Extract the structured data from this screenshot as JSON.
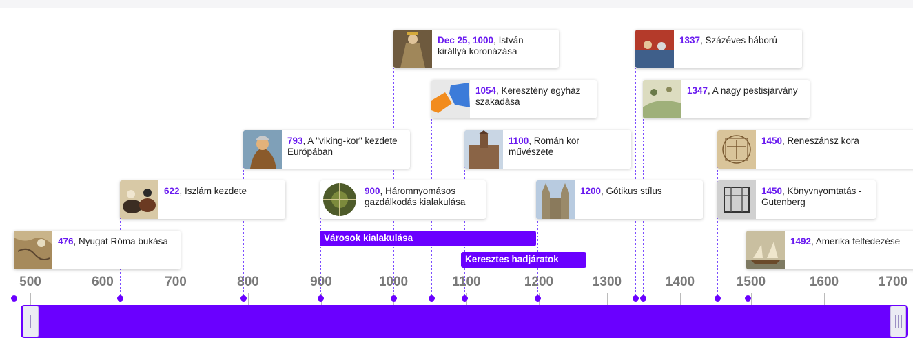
{
  "axis": {
    "ticks": [
      {
        "label": "500",
        "year": 500
      },
      {
        "label": "600",
        "year": 600
      },
      {
        "label": "700",
        "year": 700
      },
      {
        "label": "800",
        "year": 800
      },
      {
        "label": "900",
        "year": 900
      },
      {
        "label": "1000",
        "year": 1000
      },
      {
        "label": "1100",
        "year": 1100
      },
      {
        "label": "1200",
        "year": 1200
      },
      {
        "label": "1300",
        "year": 1300
      },
      {
        "label": "1400",
        "year": 1400
      },
      {
        "label": "1500",
        "year": 1500
      },
      {
        "label": "1600",
        "year": 1600
      },
      {
        "label": "1700",
        "year": 1700
      }
    ]
  },
  "events": [
    {
      "id": "rome",
      "date": "476",
      "title": ", Nyugat Róma bukása",
      "year": 476,
      "thumb": "map"
    },
    {
      "id": "islam",
      "date": "622",
      "title": ", Iszlám kezdete",
      "year": 622,
      "thumb": "riders"
    },
    {
      "id": "viking",
      "date": "793",
      "title": ", A \"viking-kor\" kezdete Európában",
      "year": 793,
      "thumb": "viking"
    },
    {
      "id": "threefield",
      "date": "900",
      "title": ", Háromnyomásos gazdálkodás kialakulása",
      "year": 900,
      "thumb": "wheel"
    },
    {
      "id": "istvan",
      "date": "Dec 25, 1000",
      "title": ", István királlyá koronázása",
      "year": 1000,
      "thumb": "king"
    },
    {
      "id": "schism",
      "date": "1054",
      "title": ", Keresztény egyház szakadása",
      "year": 1054,
      "thumb": "europe"
    },
    {
      "id": "roman",
      "date": "1100",
      "title": ", Román kor művészete",
      "year": 1100,
      "thumb": "church"
    },
    {
      "id": "gothic",
      "date": "1200",
      "title": ", Gótikus stílus",
      "year": 1200,
      "thumb": "cathedral"
    },
    {
      "id": "hundred",
      "date": "1337",
      "title": ", Százéves háború",
      "year": 1337,
      "thumb": "battle"
    },
    {
      "id": "plague",
      "date": "1347",
      "title": ", A nagy pestisjárvány",
      "year": 1347,
      "thumb": "plague"
    },
    {
      "id": "renaissance",
      "date": "1450",
      "title": ", Reneszánsz kora",
      "year": 1450,
      "thumb": "vitruvian"
    },
    {
      "id": "print",
      "date": "1450",
      "title": ", Könyvnyomtatás - Gutenberg",
      "year": 1450,
      "thumb": "press"
    },
    {
      "id": "america",
      "date": "1492",
      "title": ", Amerika felfedezése",
      "year": 1492,
      "thumb": "ships"
    }
  ],
  "periods": [
    {
      "id": "cities",
      "label": "Városok kialakulása",
      "start": 900,
      "end": 1200
    },
    {
      "id": "crusades",
      "label": "Keresztes hadjáratok",
      "start": 1096,
      "end": 1270
    }
  ],
  "colors": {
    "accent": "#6a00ff",
    "date_text": "#6a1bf0",
    "tick_text": "#7a7a7a"
  }
}
